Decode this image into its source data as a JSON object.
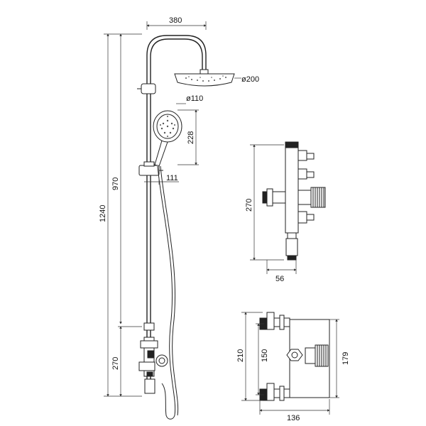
{
  "colors": {
    "line": "#222222",
    "background": "#ffffff"
  },
  "dimensions": {
    "head_span": "380",
    "rain_head_dia": "ø200",
    "hand_shower_dia": "ø110",
    "hand_shower_len": "228",
    "rail_height": "970",
    "total_height": "1240",
    "bracket_offset": "111",
    "mixer_height": "270",
    "side_height": "270",
    "side_depth": "56",
    "front_height": "210",
    "inlet_centers": "150",
    "body_height": "179",
    "body_width": "136"
  }
}
